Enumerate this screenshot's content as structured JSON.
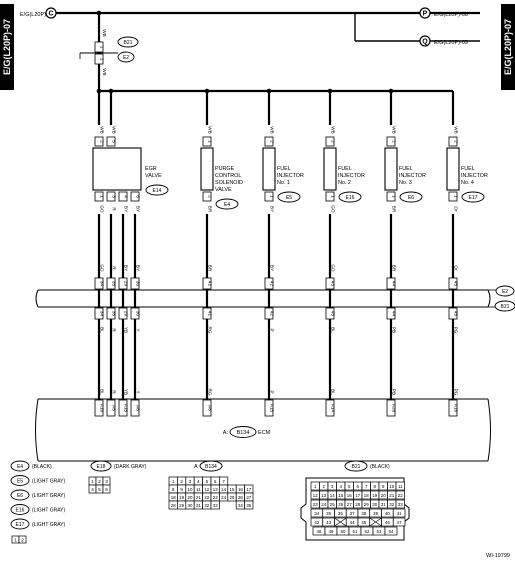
{
  "tab_label": "E/G(L20P)-07",
  "refs": {
    "left": "E/G(L20P)-03",
    "left_marker": "C",
    "p_text": "E/G(L20P)-08",
    "p_marker": "P",
    "q_text": "E/G(L20P)-09",
    "q_marker": "Q"
  },
  "top_splice": {
    "pin_upper": "1",
    "pin_lower": "1",
    "wire_upper": "WB",
    "wire_lower": "WB",
    "connector_b21": "B21",
    "connector_e2": "E2"
  },
  "components": [
    {
      "id": "egr",
      "name_lines": [
        "EGR",
        "VALVE"
      ],
      "connector": "E14",
      "top_pins": [
        "2",
        "5"
      ],
      "top_wires": [
        "WB",
        "WB"
      ],
      "bottom_pins": [
        "1",
        "3",
        "4",
        "6"
      ],
      "bottom_wires": [
        "GO",
        "R",
        "BY",
        "BY"
      ]
    },
    {
      "id": "purge",
      "name_lines": [
        "PURGE",
        "CONTROL",
        "SOLENOID",
        "VALVE"
      ],
      "connector": "E4",
      "top_pins": [
        "1"
      ],
      "top_wires": [
        "WB"
      ],
      "bottom_pins": [
        "2"
      ],
      "bottom_wires": [
        "BR"
      ]
    },
    {
      "id": "inj1",
      "name_lines": [
        "FUEL",
        "INJECTOR",
        "No. 1"
      ],
      "connector": "E5",
      "top_pins": [
        "2"
      ],
      "top_wires": [
        "WB"
      ],
      "bottom_pins": [
        "1"
      ],
      "bottom_wires": [
        "BY"
      ]
    },
    {
      "id": "inj2",
      "name_lines": [
        "FUEL",
        "INJECTOR",
        "No. 2"
      ],
      "connector": "E16",
      "top_pins": [
        "2"
      ],
      "top_wires": [
        "WB"
      ],
      "bottom_pins": [
        "1"
      ],
      "bottom_wires": [
        "GO"
      ]
    },
    {
      "id": "inj3",
      "name_lines": [
        "FUEL",
        "INJECTOR",
        "No. 3"
      ],
      "connector": "E6",
      "top_pins": [
        "2"
      ],
      "top_wires": [
        "WB"
      ],
      "bottom_pins": [
        "1"
      ],
      "bottom_wires": [
        "BR"
      ]
    },
    {
      "id": "inj4",
      "name_lines": [
        "FUEL",
        "INJECTOR",
        "No. 4"
      ],
      "connector": "E17",
      "top_pins": [
        "2"
      ],
      "top_wires": [
        "WB"
      ],
      "bottom_pins": [
        "1"
      ],
      "bottom_wires": [
        "Or"
      ]
    }
  ],
  "mid_connector": {
    "label_e2": "E2",
    "label_b21": "B21",
    "columns": [
      {
        "upper_wire": "GO",
        "upper_pin": "34",
        "lower_pin": "34",
        "lower_wire": "BL"
      },
      {
        "upper_wire": "R",
        "upper_pin": "35",
        "lower_pin": "35",
        "lower_wire": "R"
      },
      {
        "upper_wire": "BY",
        "upper_pin": "29",
        "lower_pin": "29",
        "lower_wire": "YB"
      },
      {
        "upper_wire": "BY",
        "upper_pin": "30",
        "lower_pin": "30",
        "lower_wire": "Y"
      },
      {
        "upper_wire": "BR",
        "upper_pin": "41",
        "lower_pin": "41",
        "lower_wire": "RG"
      },
      {
        "upper_wire": "BY",
        "upper_pin": "42",
        "lower_pin": "42",
        "lower_wire": "P"
      },
      {
        "upper_wire": "GO",
        "upper_pin": "43",
        "lower_pin": "43",
        "lower_wire": "BL"
      },
      {
        "upper_wire": "BR",
        "upper_pin": "44",
        "lower_pin": "44",
        "lower_wire": "PB"
      },
      {
        "upper_wire": "Or",
        "upper_pin": "45",
        "lower_pin": "45",
        "lower_wire": "PG"
      }
    ]
  },
  "ecm": {
    "label": "A:",
    "connector": "B134",
    "suffix": "ECM",
    "columns": [
      {
        "wire": "BL",
        "pin": "A16"
      },
      {
        "wire": "R",
        "pin": "A5"
      },
      {
        "wire": "YB",
        "pin": "A15"
      },
      {
        "wire": "Y",
        "pin": "A6"
      },
      {
        "wire": "RG",
        "pin": "A8"
      },
      {
        "wire": "P",
        "pin": "A15"
      },
      {
        "wire": "BL",
        "pin": "A14"
      },
      {
        "wire": "PB",
        "pin": "A26"
      },
      {
        "wire": "PG",
        "pin": "A16"
      }
    ]
  },
  "legend": {
    "connector_colors": [
      {
        "id": "E4",
        "color": "(BLACK)"
      },
      {
        "id": "E5",
        "color": "(LIGHT GRAY)"
      },
      {
        "id": "E6",
        "color": "(LIGHT GRAY)"
      },
      {
        "id": "E16",
        "color": "(LIGHT GRAY)"
      },
      {
        "id": "E17",
        "color": "(LIGHT GRAY)"
      }
    ],
    "small_pins": [
      "1",
      "2"
    ],
    "e18": {
      "id": "E18",
      "color": "(DARK GRAY)",
      "rows": [
        [
          "1",
          "2",
          "3"
        ],
        [
          "4",
          "5",
          "6"
        ]
      ]
    },
    "b134": {
      "prefix": "A",
      "id": "B134",
      "rows": [
        [
          "1",
          "2",
          "3",
          "4",
          "5",
          "6",
          "7"
        ],
        [
          "8",
          "9",
          "10",
          "11",
          "12",
          "13",
          "14",
          "15",
          "16",
          "17"
        ],
        [
          "18",
          "19",
          "20",
          "21",
          "22",
          "23",
          "24",
          "25",
          "26",
          "27"
        ],
        [
          "28",
          "29",
          "30",
          "31",
          "32",
          "33",
          "",
          "",
          "34",
          "35"
        ]
      ]
    },
    "b21": {
      "id": "B21",
      "color": "(BLACK)",
      "rows": [
        [
          "1",
          "2",
          "3",
          "4",
          "5",
          "6",
          "7",
          "8",
          "9",
          "10",
          "11"
        ],
        [
          "12",
          "13",
          "14",
          "15",
          "16",
          "17",
          "18",
          "19",
          "20",
          "21",
          "22"
        ],
        [
          "23",
          "24",
          "25",
          "26",
          "27",
          "28",
          "29",
          "30",
          "31",
          "32",
          "33"
        ],
        [
          "34",
          "35",
          "36",
          "37",
          "38",
          "39",
          "40",
          "41"
        ],
        [
          "42",
          "43",
          "",
          "44",
          "45",
          "",
          "46",
          "47"
        ],
        [
          "48",
          "49",
          "50",
          "51",
          "52",
          "53",
          "54"
        ]
      ]
    }
  },
  "doc_code": "WI-19799"
}
